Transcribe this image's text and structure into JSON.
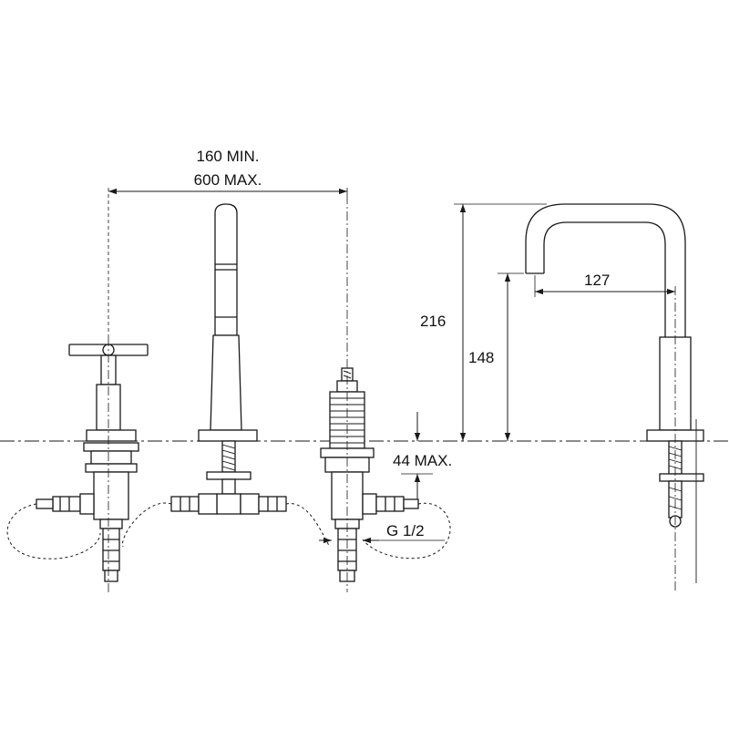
{
  "diagram": {
    "colors": {
      "line": "#1a1a1a",
      "dim": "#1a1a1a",
      "background": "#ffffff"
    },
    "dimensions": {
      "spacing_min": "160 MIN.",
      "spacing_max": "600 MAX.",
      "total_height": "216",
      "spout_height": "148",
      "spout_reach": "127",
      "deck_thickness": "44 MAX.",
      "thread": "G 1/2"
    }
  }
}
